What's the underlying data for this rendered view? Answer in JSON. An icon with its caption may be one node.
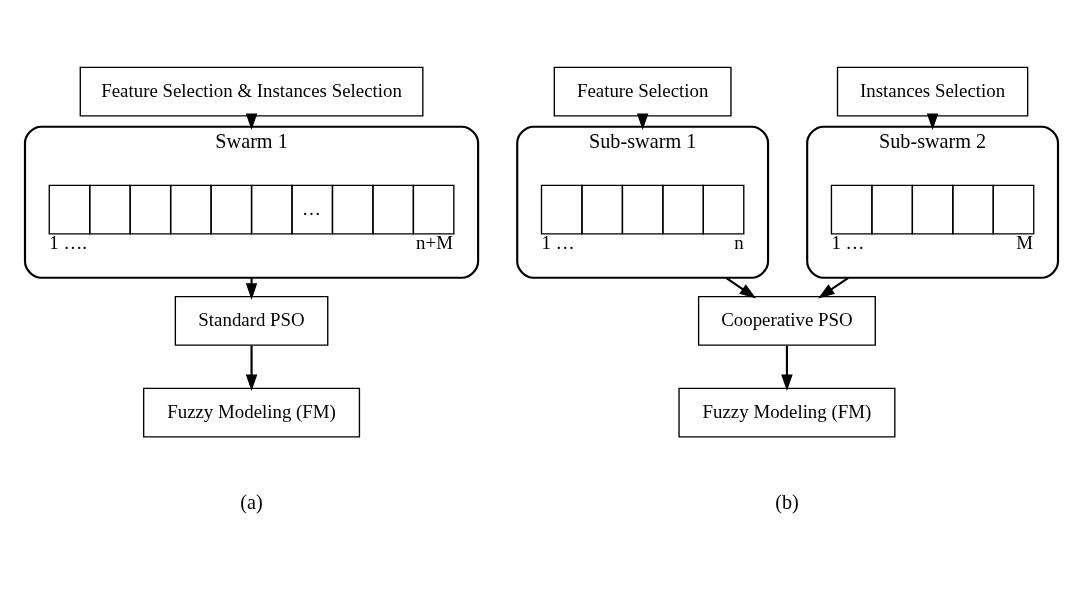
{
  "diagram": {
    "nodes": [
      {
        "text": [
          "Feature Selection & Instances Selection"
        ]
      },
      {
        "text": [
          "Swarm 1"
        ]
      },
      {
        "text": [
          "…"
        ],
        "in": 1,
        "beside": [
          "1 ….",
          "n+M"
        ]
      },
      {
        "text": [
          "Standard PSO"
        ]
      },
      {
        "text": [
          "Fuzzy Modeling (FM)"
        ]
      },
      {
        "text": [
          "Feature Selection"
        ]
      },
      {
        "text": [
          "Instances Selection"
        ]
      },
      {
        "text": [
          "Sub-swarm 1"
        ]
      },
      {
        "text": [],
        "shape": "bar",
        "in": 7,
        "beside": [
          "1 …",
          "n"
        ]
      },
      {
        "text": [
          "Sub-swarm 2"
        ]
      },
      {
        "text": [],
        "shape": "bar",
        "in": 9,
        "beside": [
          "1 …",
          "M"
        ]
      },
      {
        "text": [
          "Cooperative PSO"
        ]
      },
      {
        "text": [
          "Fuzzy Modeling (FM)"
        ]
      }
    ],
    "edges": [
      {
        "from": 0,
        "to": 1,
        "arrow": "to"
      },
      {
        "from": 1,
        "to": 3,
        "arrow": "to"
      },
      {
        "from": 3,
        "to": 4,
        "arrow": "to"
      },
      {
        "from": 5,
        "to": 7,
        "arrow": "to"
      },
      {
        "from": 6,
        "to": 9,
        "arrow": "to"
      },
      {
        "from": 7,
        "to": 11,
        "arrow": "to"
      },
      {
        "from": 9,
        "to": 11,
        "arrow": "to"
      },
      {
        "from": 11,
        "to": 12,
        "arrow": "to"
      }
    ],
    "labels": [
      "(a)",
      "(b)"
    ]
  }
}
